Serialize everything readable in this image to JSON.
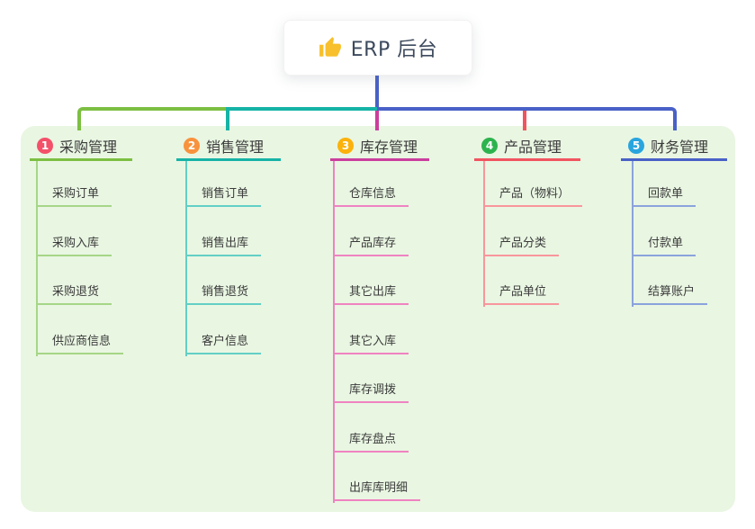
{
  "root": {
    "icon": "thumbs-up-icon",
    "title": "ERP 后台"
  },
  "branches": [
    {
      "badge": "1",
      "label": "采购管理",
      "badge_color": "#f4506a",
      "line_color": "#7cbf42",
      "sub_line_color": "#a6d687",
      "items": [
        "采购订单",
        "采购入库",
        "采购退货",
        "供应商信息"
      ]
    },
    {
      "badge": "2",
      "label": "销售管理",
      "badge_color": "#f8923d",
      "line_color": "#16b3a6",
      "sub_line_color": "#63cfc5",
      "items": [
        "销售订单",
        "销售出库",
        "销售退货",
        "客户信息"
      ]
    },
    {
      "badge": "3",
      "label": "库存管理",
      "badge_color": "#fbb20a",
      "line_color": "#cb3e9d",
      "sub_line_color": "#ef83c1",
      "items": [
        "仓库信息",
        "产品库存",
        "其它出库",
        "其它入库",
        "库存调拨",
        "库存盘点",
        "出库库明细"
      ]
    },
    {
      "badge": "4",
      "label": "产品管理",
      "badge_color": "#2db34e",
      "line_color": "#f2545f",
      "sub_line_color": "#f8969c",
      "items": [
        "产品（物料）",
        "产品分类",
        "产品单位"
      ]
    },
    {
      "badge": "5",
      "label": "财务管理",
      "badge_color": "#29a5de",
      "line_color": "#4961c7",
      "sub_line_color": "#8ba3dc",
      "items": [
        "回款单",
        "付款单",
        "结算账户"
      ]
    }
  ],
  "colors": {
    "root_connector": "#4961c7",
    "panel_background": "#e9f6e2",
    "card_background": "#ffffff",
    "title_text": "#3d4a5e",
    "node_text": "#3b3b3b",
    "thumb_icon": "#f7c02c"
  }
}
